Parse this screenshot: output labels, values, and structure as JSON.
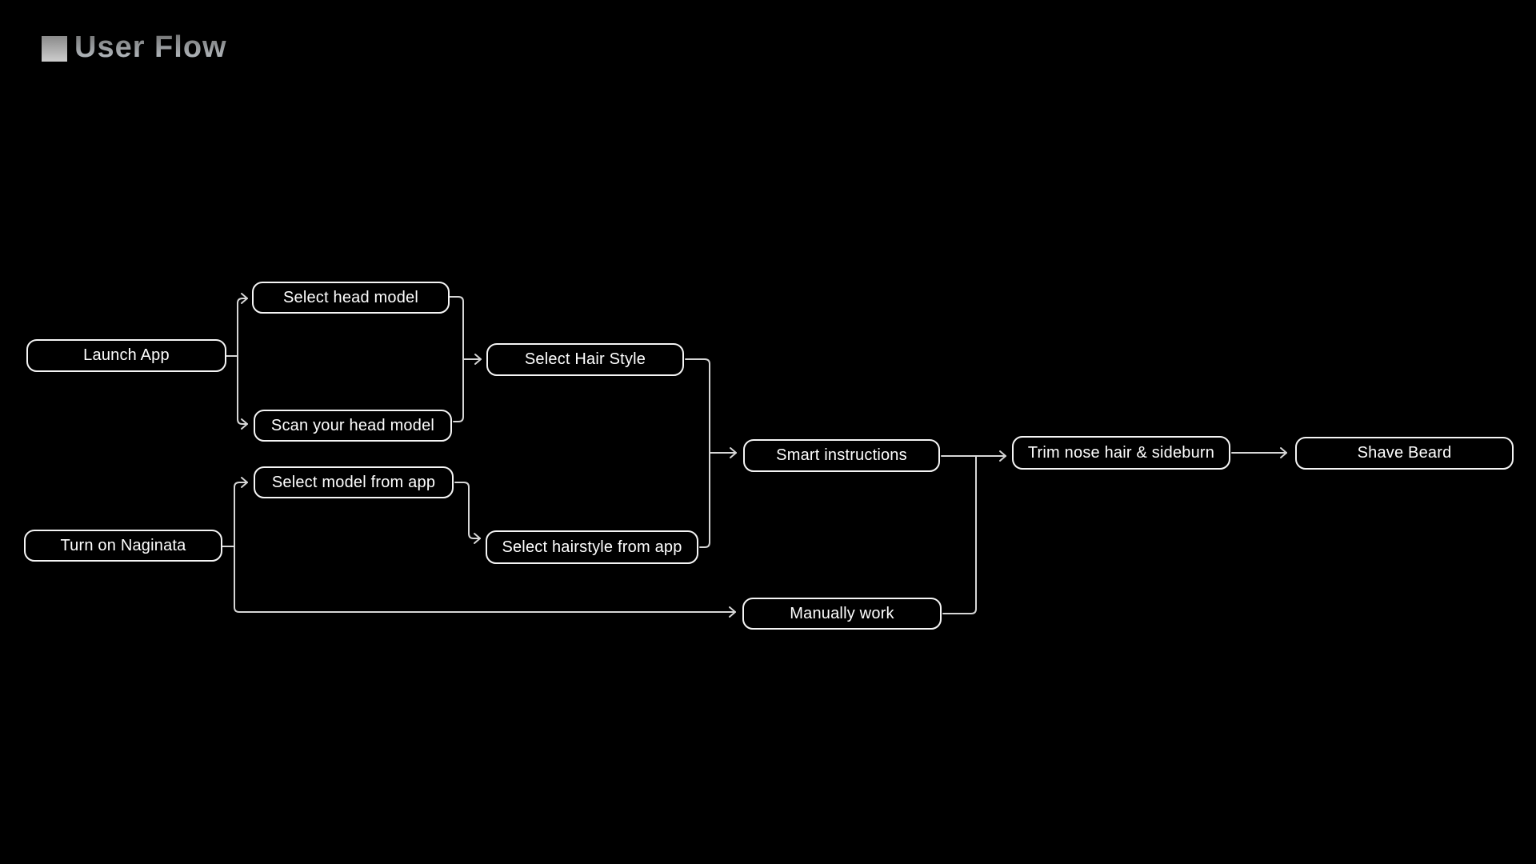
{
  "header": {
    "title": "User Flow"
  },
  "diagram": {
    "nodes": [
      {
        "id": "launch-app",
        "label": "Launch App"
      },
      {
        "id": "select-head-model",
        "label": "Select head model"
      },
      {
        "id": "scan-your-head-model",
        "label": "Scan your head model"
      },
      {
        "id": "turn-on-naginata",
        "label": "Turn on Naginata"
      },
      {
        "id": "select-model-from-app",
        "label": "Select model from app"
      },
      {
        "id": "select-hair-style",
        "label": "Select Hair Style"
      },
      {
        "id": "select-hairstyle-from-app",
        "label": "Select hairstyle from app"
      },
      {
        "id": "smart-instructions",
        "label": "Smart instructions"
      },
      {
        "id": "manually-work",
        "label": "Manually work"
      },
      {
        "id": "trim-nose-hair-sideburn",
        "label": "Trim nose hair & sideburn"
      },
      {
        "id": "shave-beard",
        "label": "Shave Beard"
      }
    ],
    "edges": [
      {
        "from": "launch-app",
        "to": "select-head-model"
      },
      {
        "from": "launch-app",
        "to": "scan-your-head-model"
      },
      {
        "from": "select-head-model",
        "to": "select-hair-style"
      },
      {
        "from": "scan-your-head-model",
        "to": "select-hair-style"
      },
      {
        "from": "turn-on-naginata",
        "to": "select-model-from-app"
      },
      {
        "from": "turn-on-naginata",
        "to": "manually-work"
      },
      {
        "from": "select-model-from-app",
        "to": "select-hairstyle-from-app"
      },
      {
        "from": "select-hair-style",
        "to": "smart-instructions"
      },
      {
        "from": "select-hairstyle-from-app",
        "to": "smart-instructions"
      },
      {
        "from": "smart-instructions",
        "to": "trim-nose-hair-sideburn"
      },
      {
        "from": "manually-work",
        "to": "trim-nose-hair-sideburn"
      },
      {
        "from": "trim-nose-hair-sideburn",
        "to": "shave-beard"
      }
    ]
  },
  "colors": {
    "background": "#000000",
    "node_border": "#f5f5f5",
    "node_text": "#ffffff",
    "connector": "#d6d6d6",
    "title_gradient_top": "#6f6f6f",
    "title_gradient_bottom": "#c4cbd1"
  }
}
